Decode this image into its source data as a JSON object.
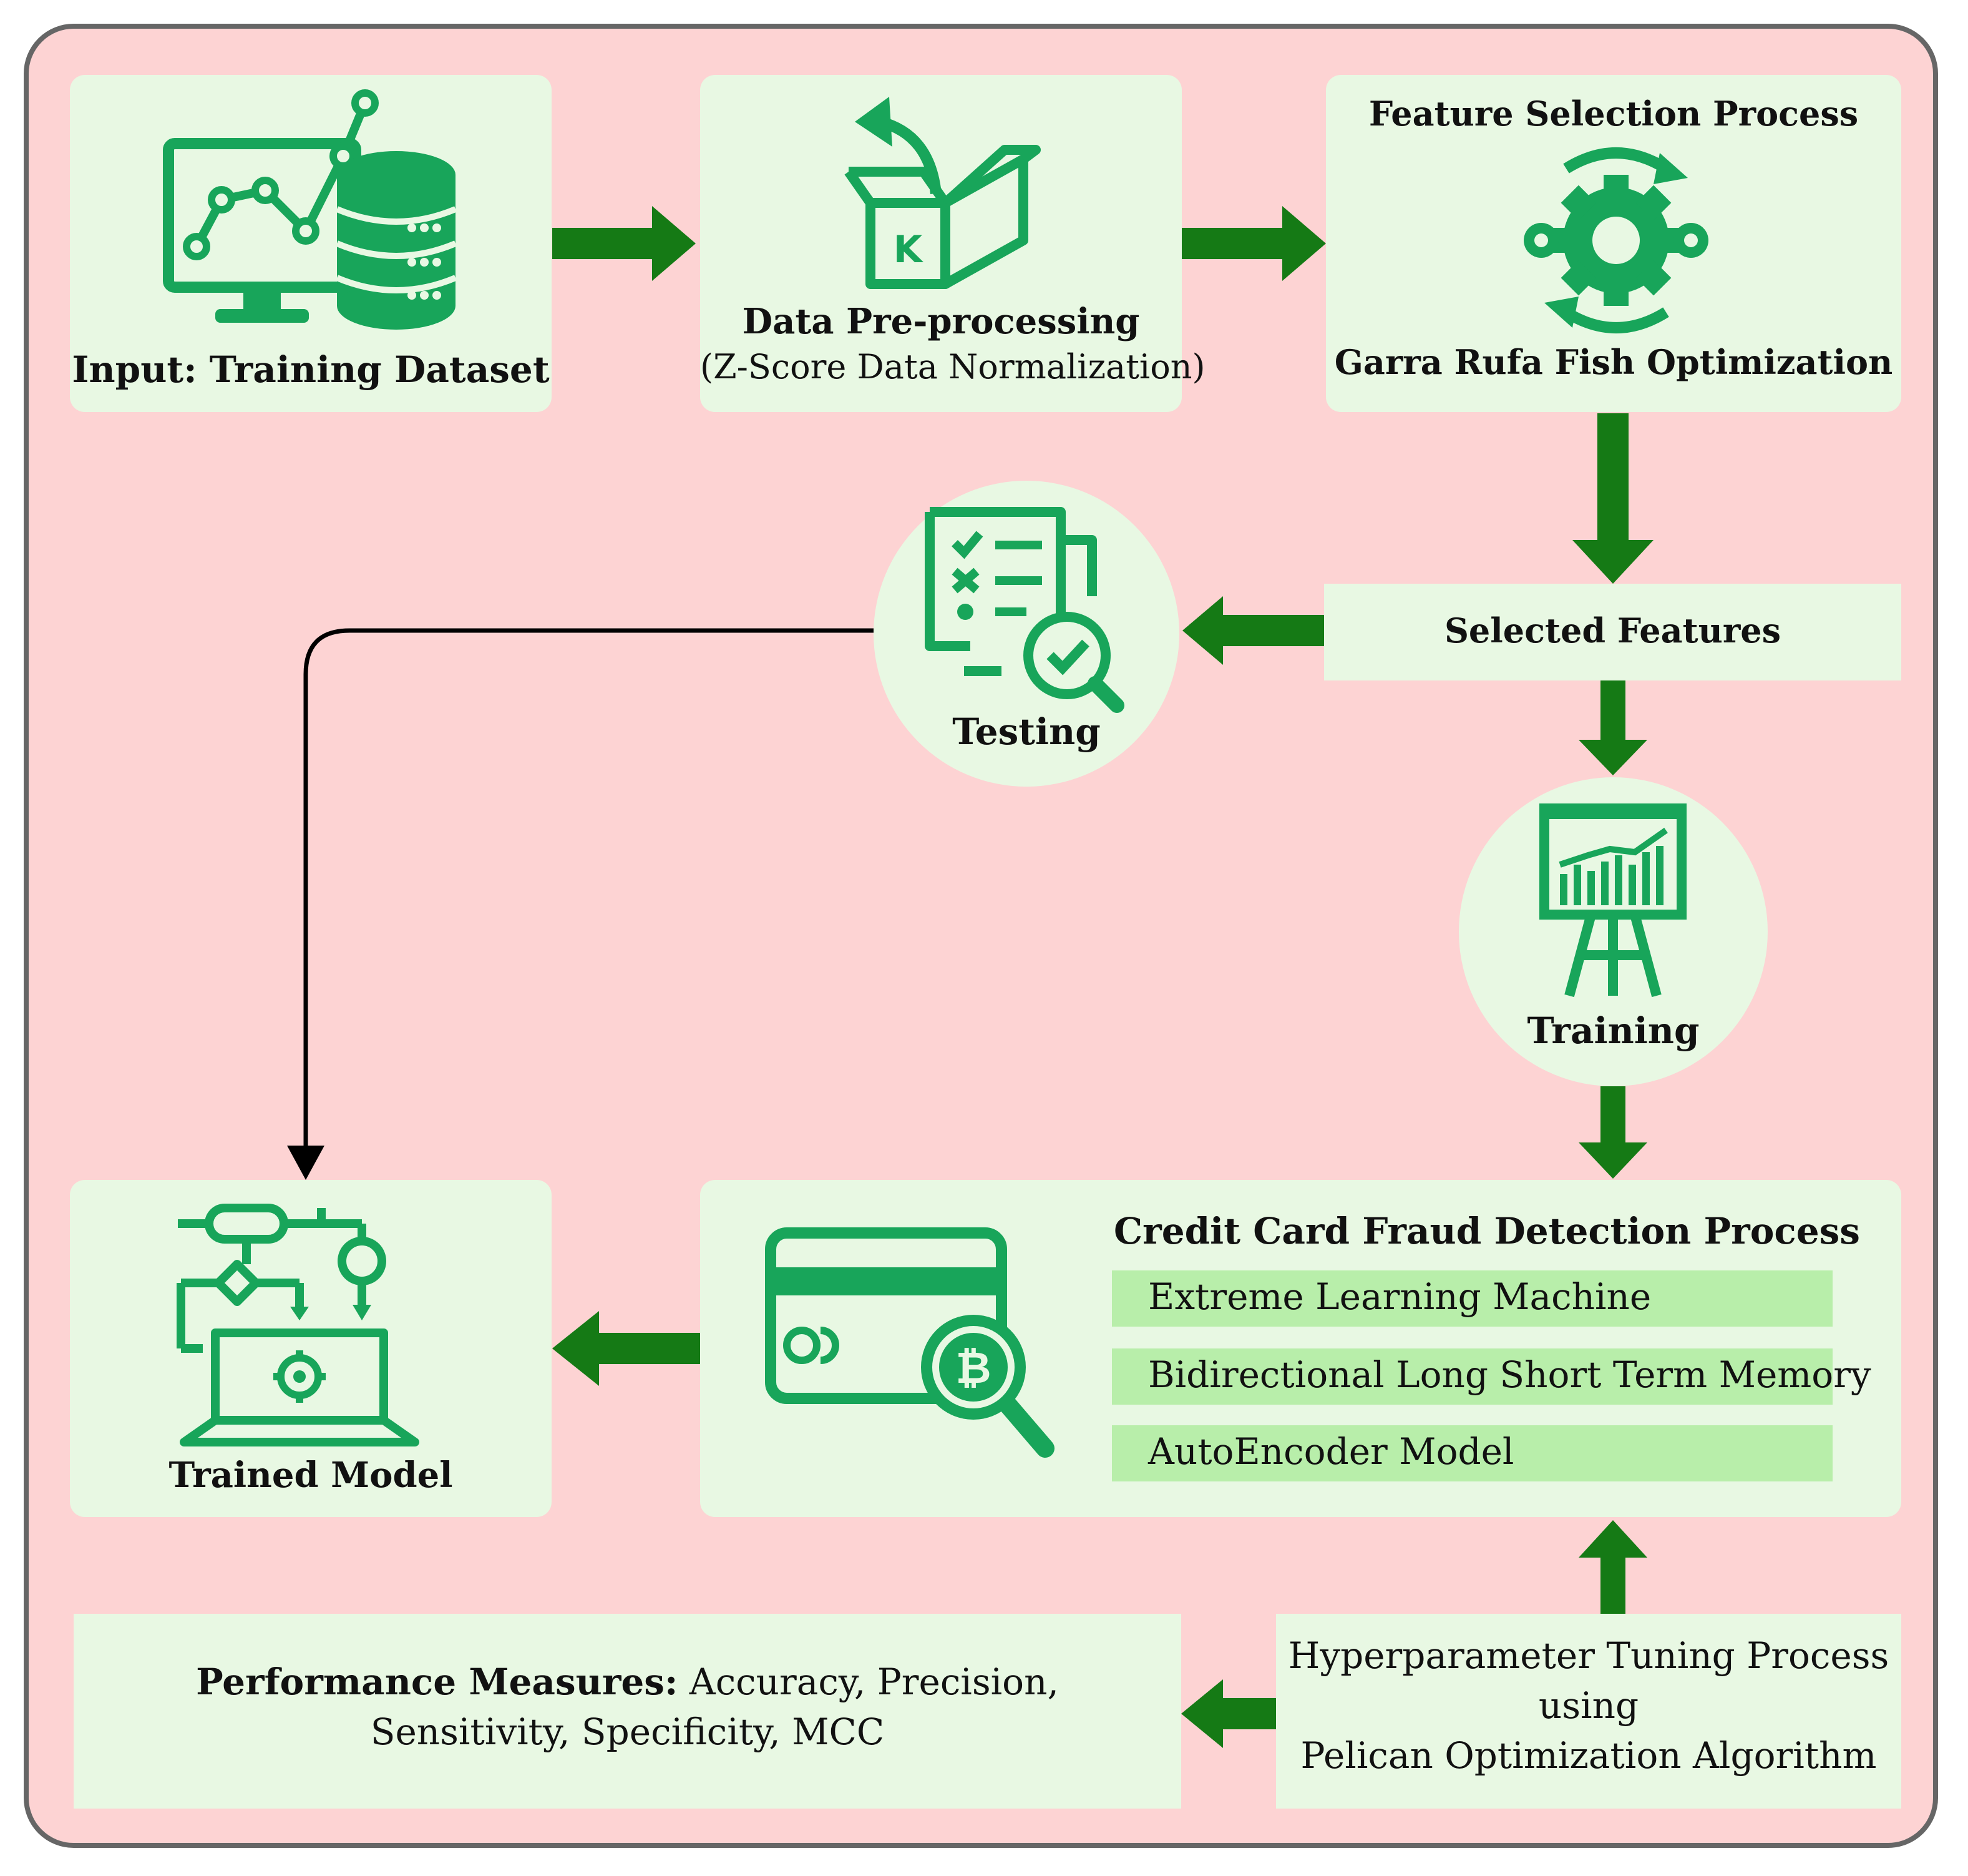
{
  "colors": {
    "background": "#fdd3d3",
    "box": "#e8f8e3",
    "model_bar": "#b8eeaa",
    "icon_green": "#18a55a",
    "arrow_green": "#157a15",
    "connector": "#000000"
  },
  "nodes": {
    "input": {
      "label": "Input: Training Dataset",
      "icon": "monitor-database-icon"
    },
    "preprocessing": {
      "title": "Data Pre-processing",
      "subtitle": "(Z-Score Data Normalization)",
      "icon": "open-box-icon"
    },
    "feature_selection": {
      "title": "Feature Selection Process",
      "subtitle": "Garra Rufa Fish Optimization",
      "icon": "gears-cycle-icon"
    },
    "selected_features": {
      "label": "Selected Features"
    },
    "testing": {
      "label": "Testing",
      "icon": "checklist-magnifier-icon"
    },
    "training": {
      "label": "Training",
      "icon": "presentation-easel-icon"
    },
    "fraud_detection": {
      "title": "Credit Card Fraud Detection Process",
      "icon": "credit-card-search-icon",
      "models": [
        "Extreme Learning Machine",
        "Bidirectional Long Short Term Memory",
        "AutoEncoder Model"
      ]
    },
    "trained_model": {
      "label": "Trained Model",
      "icon": "flowchart-laptop-icon"
    },
    "hyperparameter": {
      "line1": "Hyperparameter Tuning Process",
      "line2": "using",
      "line3": "Pelican Optimization Algorithm"
    },
    "performance": {
      "title": "Performance Measures:",
      "line1_rest": " Accuracy, Precision,",
      "line2": "Sensitivity, Specificity, MCC"
    }
  },
  "edges": [
    {
      "from": "input",
      "to": "preprocessing"
    },
    {
      "from": "preprocessing",
      "to": "feature_selection"
    },
    {
      "from": "feature_selection",
      "to": "selected_features"
    },
    {
      "from": "selected_features",
      "to": "testing"
    },
    {
      "from": "selected_features",
      "to": "training"
    },
    {
      "from": "training",
      "to": "fraud_detection"
    },
    {
      "from": "fraud_detection",
      "to": "trained_model"
    },
    {
      "from": "testing",
      "to": "trained_model"
    },
    {
      "from": "hyperparameter",
      "to": "fraud_detection"
    },
    {
      "from": "hyperparameter",
      "to": "performance"
    }
  ]
}
